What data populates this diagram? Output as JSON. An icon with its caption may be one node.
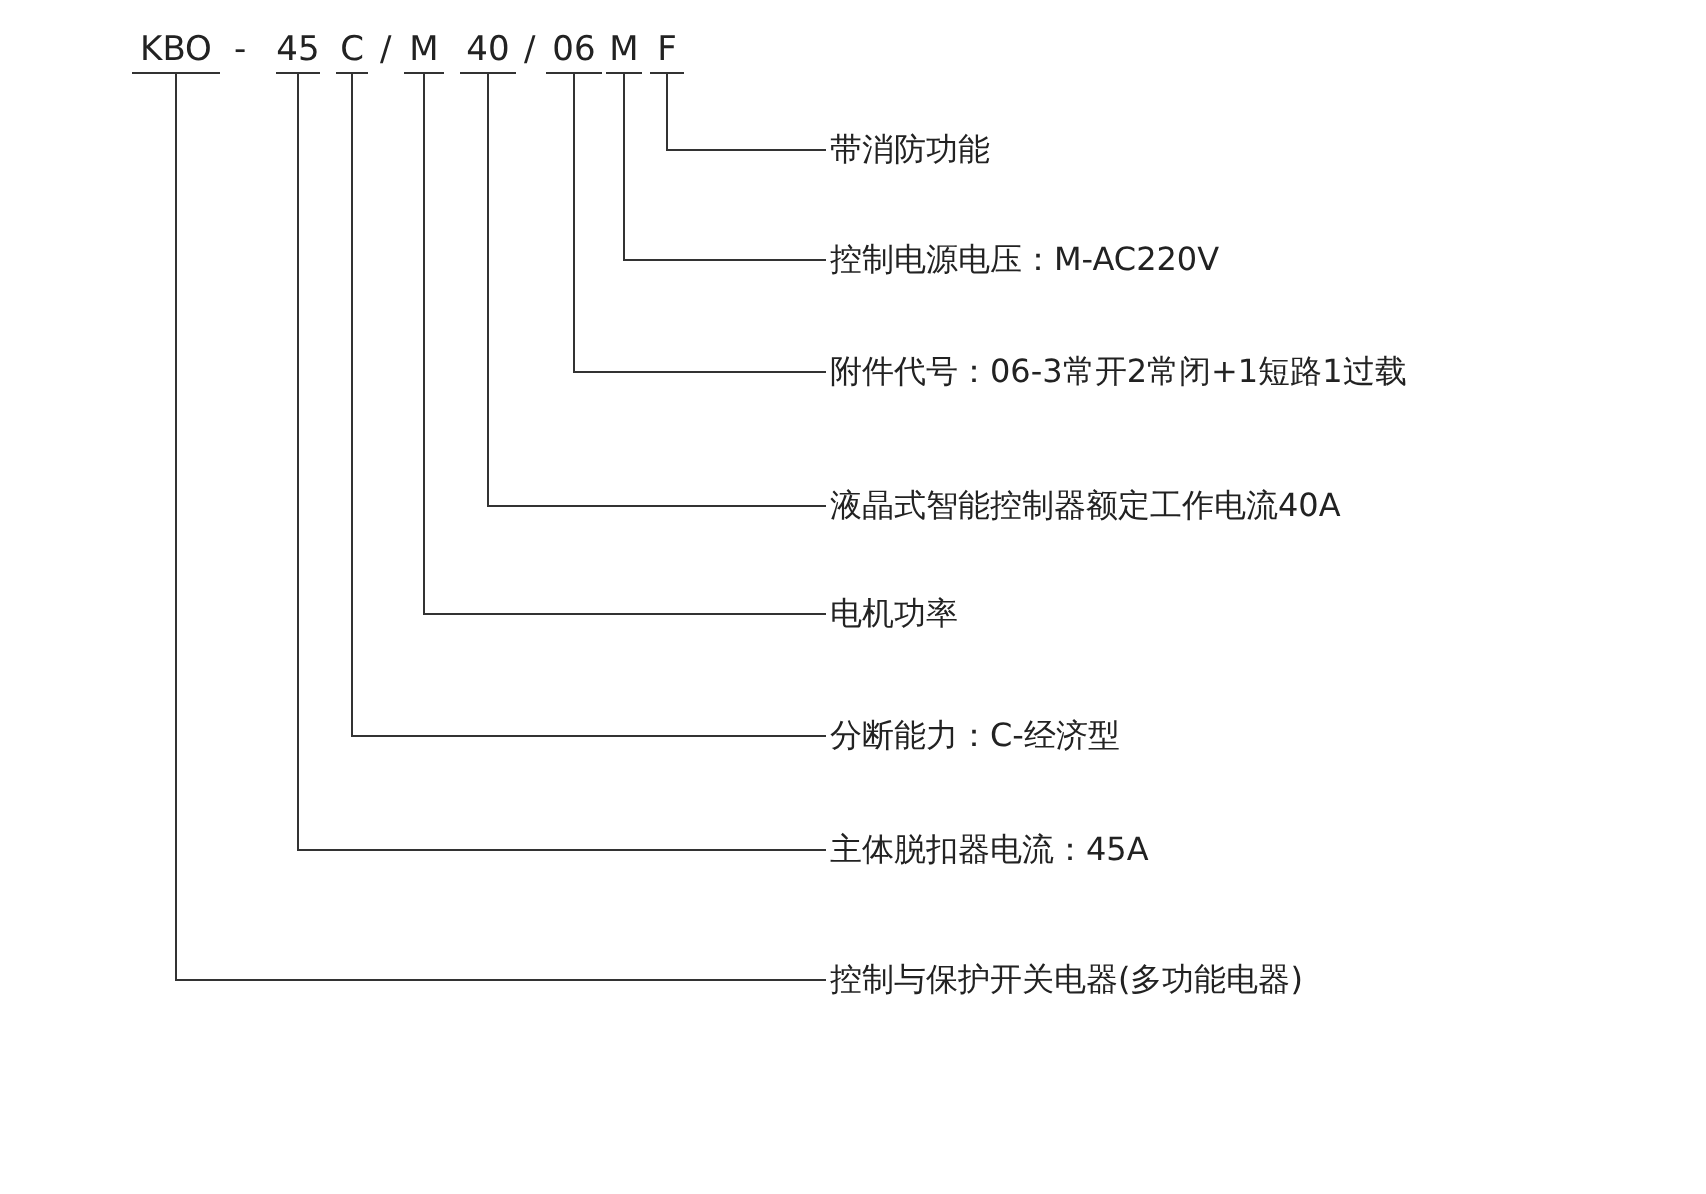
{
  "diagram": {
    "nodes": [
      {
        "text": [
          "KBO"
        ]
      },
      {
        "text": [
          "45"
        ]
      },
      {
        "text": [
          "C"
        ]
      },
      {
        "text": [
          "M"
        ]
      },
      {
        "text": [
          "40"
        ]
      },
      {
        "text": [
          "06"
        ]
      },
      {
        "text": [
          "M"
        ]
      },
      {
        "text": [
          "F"
        ]
      },
      {
        "text": [
          "带消防功能"
        ]
      },
      {
        "text": [
          "控制电源电压：M-AC220V"
        ]
      },
      {
        "text": [
          "附件代号：06-3常开2常闭+1短路1过载"
        ]
      },
      {
        "text": [
          "液晶式智能控制器额定工作电流40A"
        ]
      },
      {
        "text": [
          "电机功率"
        ]
      },
      {
        "text": [
          "分断能力：C-经济型"
        ]
      },
      {
        "text": [
          "主体脱扣器电流：45A"
        ]
      },
      {
        "text": [
          "控制与保护开关电器(多功能电器)"
        ]
      }
    ],
    "edges": [
      {
        "from": 7,
        "to": 8,
        "arrow": "none"
      },
      {
        "from": 6,
        "to": 9,
        "arrow": "none"
      },
      {
        "from": 5,
        "to": 10,
        "arrow": "none"
      },
      {
        "from": 4,
        "to": 11,
        "arrow": "none"
      },
      {
        "from": 3,
        "to": 12,
        "arrow": "none"
      },
      {
        "from": 2,
        "to": 13,
        "arrow": "none"
      },
      {
        "from": 1,
        "to": 14,
        "arrow": "none"
      },
      {
        "from": 0,
        "to": 15,
        "arrow": "none"
      }
    ],
    "labels": [
      "-",
      "/",
      "/"
    ]
  }
}
